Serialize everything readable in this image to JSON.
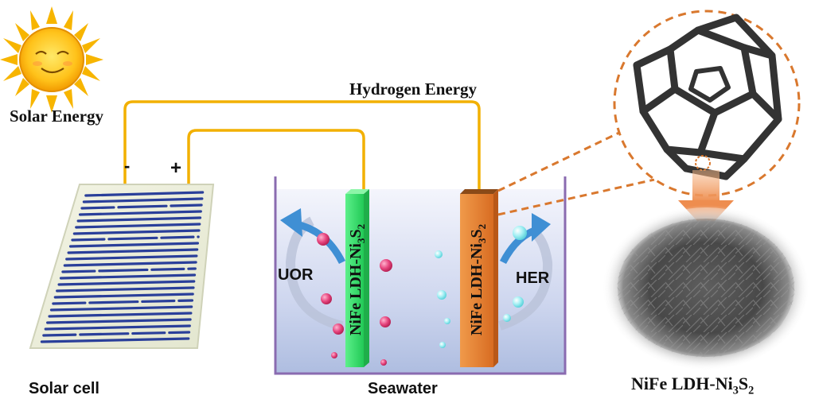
{
  "labels": {
    "solar_energy": "Solar Energy",
    "hydrogen_energy": "Hydrogen Energy",
    "minus": "-",
    "plus": "+",
    "solar_cell": "Solar cell",
    "seawater": "Seawater",
    "uor": "UOR",
    "her": "HER",
    "electrode_text_main": "NiFe LDH-Ni",
    "electrode_sub_1": "3",
    "electrode_mid": "S",
    "electrode_sub_2": "2",
    "material_main": "NiFe LDH-Ni",
    "material_sub_1": "3",
    "material_mid": "S",
    "material_sub_2": "2"
  },
  "colors": {
    "wire": "#f2b000",
    "sun": "#f7b500",
    "anode": "#37e06a",
    "cathode": "#e58232",
    "beaker": "#8a6bb0",
    "water_top": "#eef0fb",
    "water_bottom": "#a9b8de",
    "bubble_pink": "#e8407a",
    "bubble_cyan": "#8fe8ee",
    "arrow_blue": "#3f8fd4",
    "dashed": "#d9782e"
  }
}
